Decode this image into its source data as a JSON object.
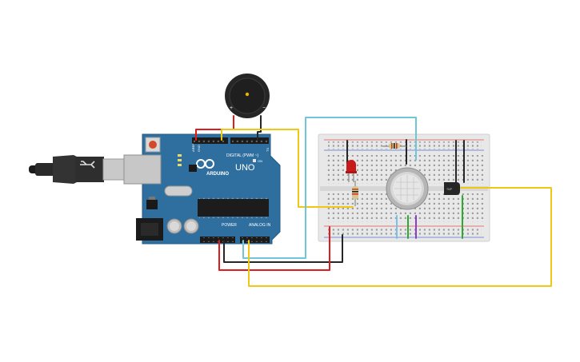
{
  "arduino": {
    "brand": "ARDUINO",
    "model": "UNO",
    "digital_label": "DIGITAL (PWM ~)",
    "power_label": "POWER",
    "analog_label": "ANALOG IN",
    "aref_label": "AREF",
    "gnd_label": "GND",
    "tx_label": "TX",
    "rx_label": "RX",
    "on_label": "ON",
    "board_color": "#2f6f9f"
  },
  "components": {
    "buzzer": "buzzer-icon",
    "led": "led-icon",
    "resistor": "resistor-icon",
    "gas_sensor": "gas-sensor-icon",
    "temperature_sensor": "temperature-sensor-icon",
    "usb_cable": "usb-cable-icon"
  },
  "wire_colors": {
    "red": "#e01b1b",
    "black": "#262626",
    "yellow": "#f0c814",
    "cyan": "#6ec6d6",
    "green": "#2ea82e",
    "purple": "#8a40c0",
    "lightblue": "#7cc0e8"
  }
}
